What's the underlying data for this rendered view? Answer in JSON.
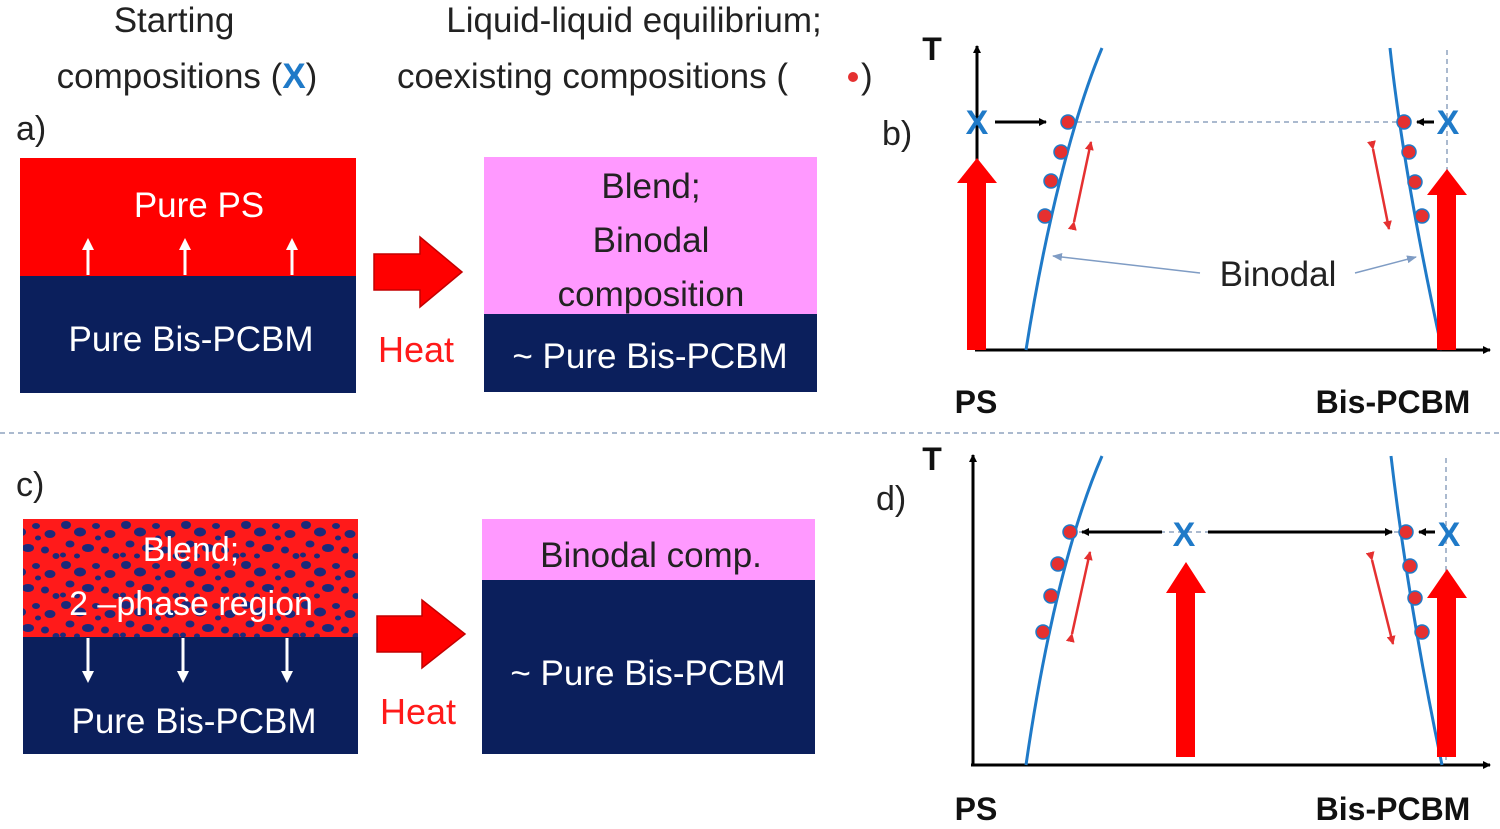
{
  "headers": {
    "start_line1": "Starting",
    "start_line2_pre": "compositions (",
    "start_marker": "X",
    "start_line2_post": ")",
    "lle_line1": "Liquid-liquid equilibrium;",
    "lle_line2_pre": "coexisting compositions (",
    "lle_line2_post": ")"
  },
  "panel_a": {
    "label": "a)",
    "top_text": "Pure PS",
    "bottom_text": "Pure Bis-PCBM",
    "heat": "Heat",
    "result_line1": "Blend;",
    "result_line2": "Binodal",
    "result_line3": "composition",
    "result_bottom": "~ Pure Bis-PCBM"
  },
  "panel_b": {
    "label": "b)",
    "t_axis": "T",
    "x_left": "PS",
    "x_right": "Bis-PCBM",
    "binodal": "Binodal",
    "marker": "X"
  },
  "panel_c": {
    "label": "c)",
    "top_line1": "Blend;",
    "top_line2": "2 –phase region",
    "bottom_text": "Pure Bis-PCBM",
    "heat": "Heat",
    "result_top": "Binodal comp.",
    "result_bottom": "~ Pure Bis-PCBM"
  },
  "panel_d": {
    "label": "d)",
    "t_axis": "T",
    "x_left": "PS",
    "x_right": "Bis-PCBM",
    "marker": "X"
  },
  "colors": {
    "red": "#ff0000",
    "navy": "#0b1f5c",
    "pink": "#ff99ff",
    "blue": "#1f7ac8",
    "dot": "#e53030",
    "black": "#000000",
    "dashed": "#8fa3bf"
  }
}
